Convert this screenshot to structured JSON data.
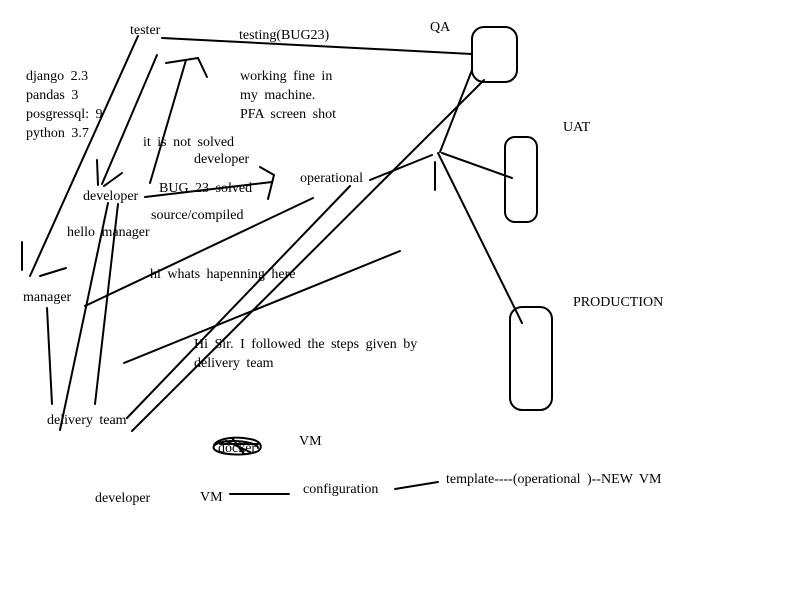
{
  "labels": {
    "tester": "tester",
    "testing_bug": "testing(BUG23)",
    "qa": "QA",
    "uat": "UAT",
    "production": "PRODUCTION",
    "versions": [
      "django  2.3",
      "pandas  3",
      "posgressql:  9",
      "python  3.7"
    ],
    "working_fine": [
      "working  fine  in",
      "my  machine.",
      "PFA  screen  shot"
    ],
    "not_solved": "it  is  not  solved",
    "developer_top": "developer",
    "developer_left": "developer",
    "bug_solved": "BUG  23  solved",
    "source_compiled": "source/compiled",
    "operational": "operational",
    "hello_manager": "hello  manager",
    "manager": "manager",
    "hi_whats": "hi  whats  hapenning  here",
    "hi_sir": "Hi  Sir.  I  followed  the  steps  given  by  delivery  team",
    "delivery_team": "delivery  team",
    "docker": "docker",
    "vm_top": "VM",
    "developer_bottom": "developer",
    "vm_bottom": "VM",
    "configuration": "configuration",
    "template": "template----(operational  )--NEW  VM"
  },
  "colors": {
    "ink": "#000000",
    "background": "#ffffff"
  }
}
